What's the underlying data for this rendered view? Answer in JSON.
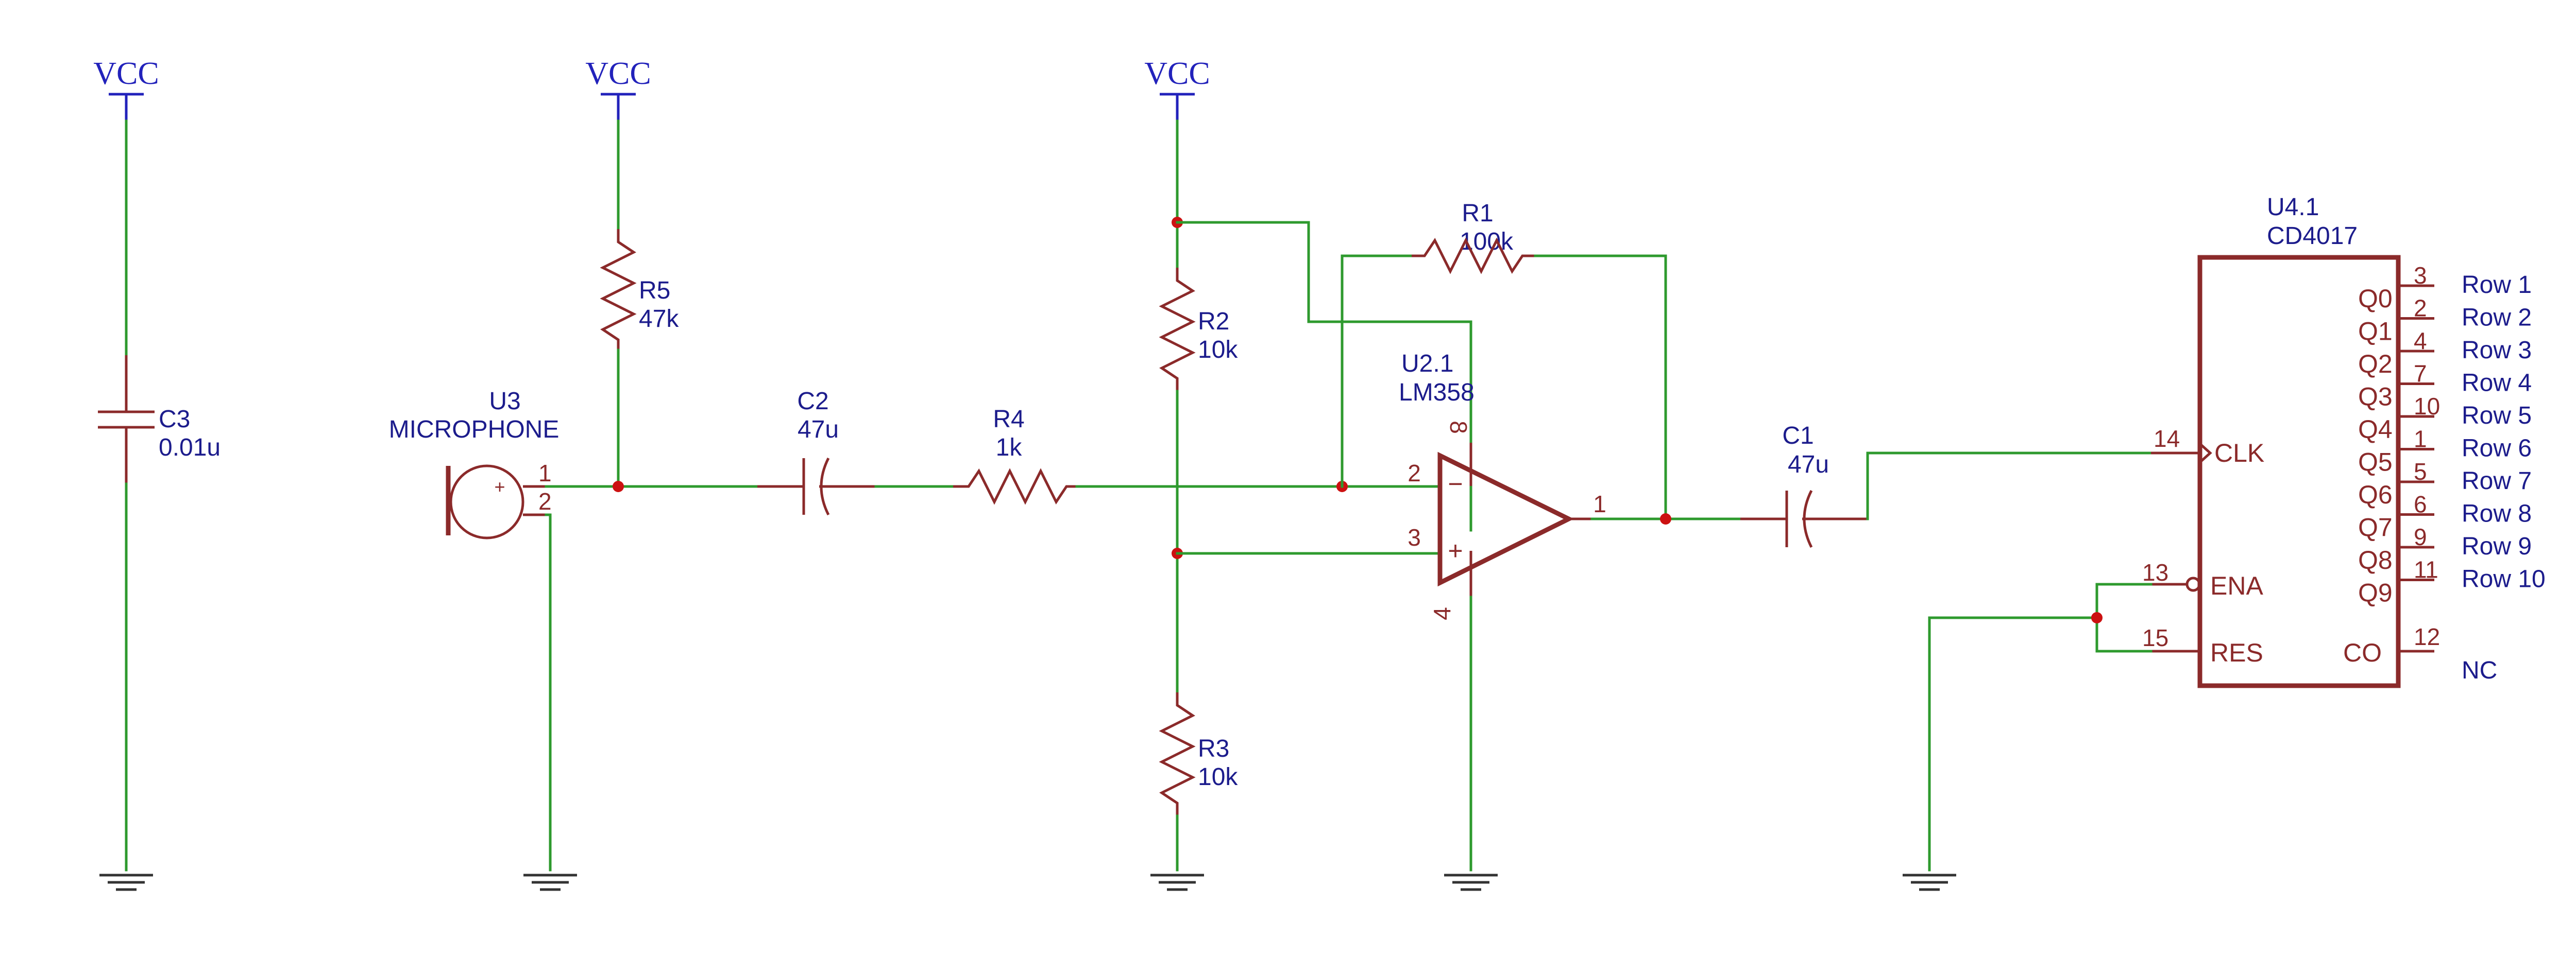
{
  "power": {
    "vcc_label": "VCC"
  },
  "components": {
    "c3": {
      "ref": "C3",
      "value": "0.01u"
    },
    "r5": {
      "ref": "R5",
      "value": "47k"
    },
    "u3": {
      "ref": "U3",
      "value": "MICROPHONE",
      "pin1": "1",
      "pin2": "2",
      "polarity": "+"
    },
    "c2": {
      "ref": "C2",
      "value": "47u"
    },
    "r4": {
      "ref": "R4",
      "value": "1k"
    },
    "r2": {
      "ref": "R2",
      "value": "10k"
    },
    "r3": {
      "ref": "R3",
      "value": "10k"
    },
    "r1": {
      "ref": "R1",
      "value": "100k"
    },
    "u2": {
      "ref": "U2.1",
      "value": "LM358",
      "pin_inv": "2",
      "pin_noninv": "3",
      "pin_out": "1",
      "pin_vplus": "8",
      "pin_vminus": "4",
      "minus_sign": "−",
      "plus_sign": "+"
    },
    "c1": {
      "ref": "C1",
      "value": "47u"
    },
    "u4": {
      "ref": "U4.1",
      "value": "CD4017",
      "clk": {
        "pin": "14",
        "label": "CLK"
      },
      "ena": {
        "pin": "13",
        "label": "ENA"
      },
      "res": {
        "pin": "15",
        "label": "RES"
      },
      "co": {
        "pin": "12",
        "label": "CO",
        "net": "NC"
      },
      "outputs": [
        {
          "label": "Q0",
          "pin": "3",
          "net": "Row 1"
        },
        {
          "label": "Q1",
          "pin": "2",
          "net": "Row 2"
        },
        {
          "label": "Q2",
          "pin": "4",
          "net": "Row 3"
        },
        {
          "label": "Q3",
          "pin": "7",
          "net": "Row 4"
        },
        {
          "label": "Q4",
          "pin": "10",
          "net": "Row 5"
        },
        {
          "label": "Q5",
          "pin": "1",
          "net": "Row 6"
        },
        {
          "label": "Q6",
          "pin": "5",
          "net": "Row 7"
        },
        {
          "label": "Q7",
          "pin": "6",
          "net": "Row 8"
        },
        {
          "label": "Q8",
          "pin": "9",
          "net": "Row 9"
        },
        {
          "label": "Q9",
          "pin": "11",
          "net": "Row 10"
        }
      ]
    }
  },
  "colors": {
    "wire": "#2e9a2e",
    "component": "#8b2a2a",
    "power": "#2222bb",
    "label": "#1c1c8c",
    "junction": "#cc1111"
  }
}
